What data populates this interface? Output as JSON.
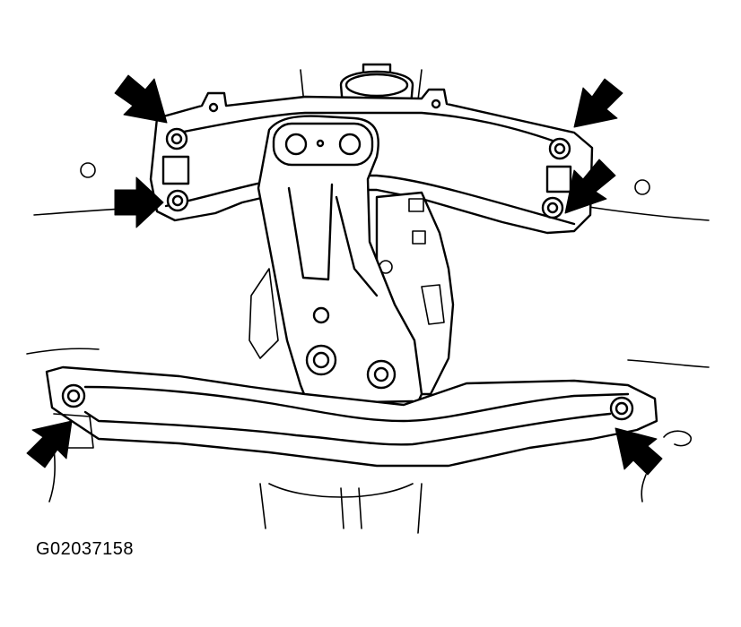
{
  "figure": {
    "id_text": "G02037158",
    "colors": {
      "line": "#000000",
      "background": "#ffffff"
    },
    "callout_arrows": [
      {
        "name": "arrow-upper-left-top"
      },
      {
        "name": "arrow-upper-left-bottom"
      },
      {
        "name": "arrow-upper-right-top"
      },
      {
        "name": "arrow-upper-right-bottom"
      },
      {
        "name": "arrow-lower-left"
      },
      {
        "name": "arrow-lower-right"
      }
    ]
  }
}
